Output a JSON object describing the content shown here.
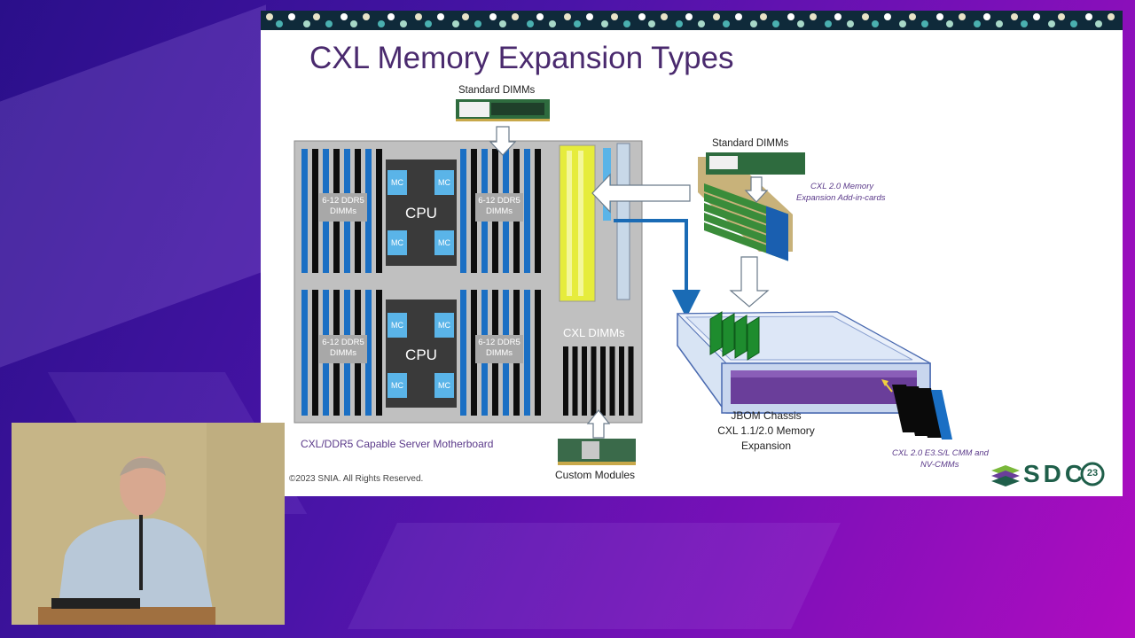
{
  "slide": {
    "title": "CXL Memory Expansion Types",
    "copyright": "©2023 SNIA. All Rights Reserved.",
    "logo_text": "SDC",
    "logo_badge": "23"
  },
  "labels": {
    "standard_dimms_top": "Standard DIMMs",
    "standard_dimms_right": "Standard DIMMs",
    "ddr5_top_left": "6-12 DDR5 DIMMs",
    "ddr5_top_right": "6-12 DDR5 DIMMs",
    "ddr5_bottom_left": "6-12 DDR5 DIMMs",
    "ddr5_bottom_right": "6-12 DDR5 DIMMs",
    "cpu_top": "CPU",
    "cpu_bottom": "CPU",
    "mc": "MC",
    "cxl_dimms": "CXL DIMMs",
    "motherboard": "CXL/DDR5 Capable Server Motherboard",
    "custom_modules": "Custom Modules",
    "addin_line1": "CXL 2.0 Memory",
    "addin_line2": "Expansion Add-in-cards",
    "jbom_line1": "JBOM Chassis",
    "jbom_line2": "CXL 1.1/2.0 Memory",
    "jbom_line3": "Expansion",
    "e3s_line1": "CXL 2.0 E3.S/L CMM and",
    "e3s_line2": "NV-CMMs"
  },
  "colors": {
    "slide_title": "#4a2a6e",
    "board_gray": "#c0c0c0",
    "dimm_blue": "#1a6fc4",
    "dimm_black": "#0d0d0d",
    "cpu_dark": "#3a3a3a",
    "mc_blue": "#5ab4e8",
    "pcie_yellow": "#e6ec3c",
    "arrow_blue": "#1a6bb5",
    "jbom_purple": "#6a3e9a"
  }
}
